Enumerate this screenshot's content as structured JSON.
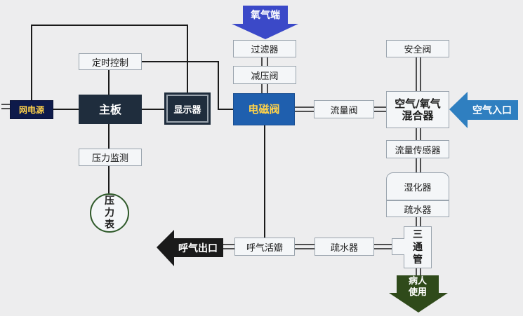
{
  "nodes": {
    "oxygen_inlet": "氧气端",
    "filter": "过滤器",
    "pressure_reducer": "减压阀",
    "solenoid_valve": "电磁阀",
    "flow_valve": "流量阀",
    "safety_valve": "安全阀",
    "mixer_line1": "空气/氧气",
    "mixer_line2": "混合器",
    "air_inlet": "空气入口",
    "flow_sensor": "流量传感器",
    "humidifier": "湿化器",
    "drain_upper": "疏水器",
    "tee_pipe_chars": [
      "三",
      "通",
      "管"
    ],
    "patient_use_line1": "病人",
    "patient_use_line2": "使用",
    "power_supply": "网电源",
    "main_board": "主板",
    "timer_control": "定时控制",
    "display": "显示器",
    "pressure_monitor": "压力监测",
    "pressure_gauge_chars": [
      "压",
      "力",
      "表"
    ],
    "exhale_outlet": "呼气出口",
    "exhale_valve": "呼气活瓣",
    "drain_lower": "疏水器"
  },
  "colors": {
    "background": "#ededee",
    "main_board": "#1f2d3d",
    "solenoid": "#1f5fae",
    "solenoid_text": "#ffd24a",
    "oxygen_arrow": "#3b49c8",
    "air_arrow": "#2f7fc0",
    "exhale_arrow": "#1a1a1a",
    "patient_arrow": "#2f4a1a",
    "line": "#1a1a1a"
  }
}
